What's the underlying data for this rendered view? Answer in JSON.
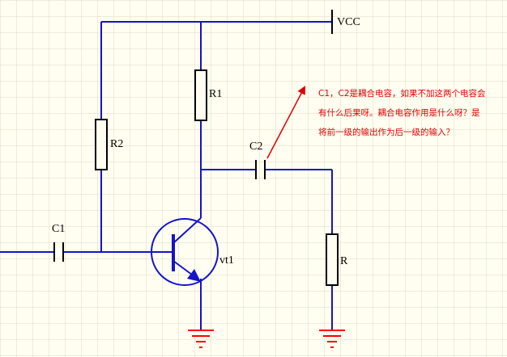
{
  "labels": {
    "vcc": "VCC",
    "r1": "R1",
    "r2": "R2",
    "c1": "C1",
    "c2": "C2",
    "vt1": "vt1",
    "r": "R"
  },
  "annotation": {
    "line1": "C1，C2是耦合电容，如果不加这两个电容会",
    "line2": "有什么后果呀。耦合电容作用是什么呀？是",
    "line3": "将前一级的输出作为后一级的输入？"
  },
  "colors": {
    "grid": "#dcdcc8",
    "wire": "#1414c8",
    "component": "#000000",
    "annotation": "#e00000",
    "background": "#fffef0"
  }
}
